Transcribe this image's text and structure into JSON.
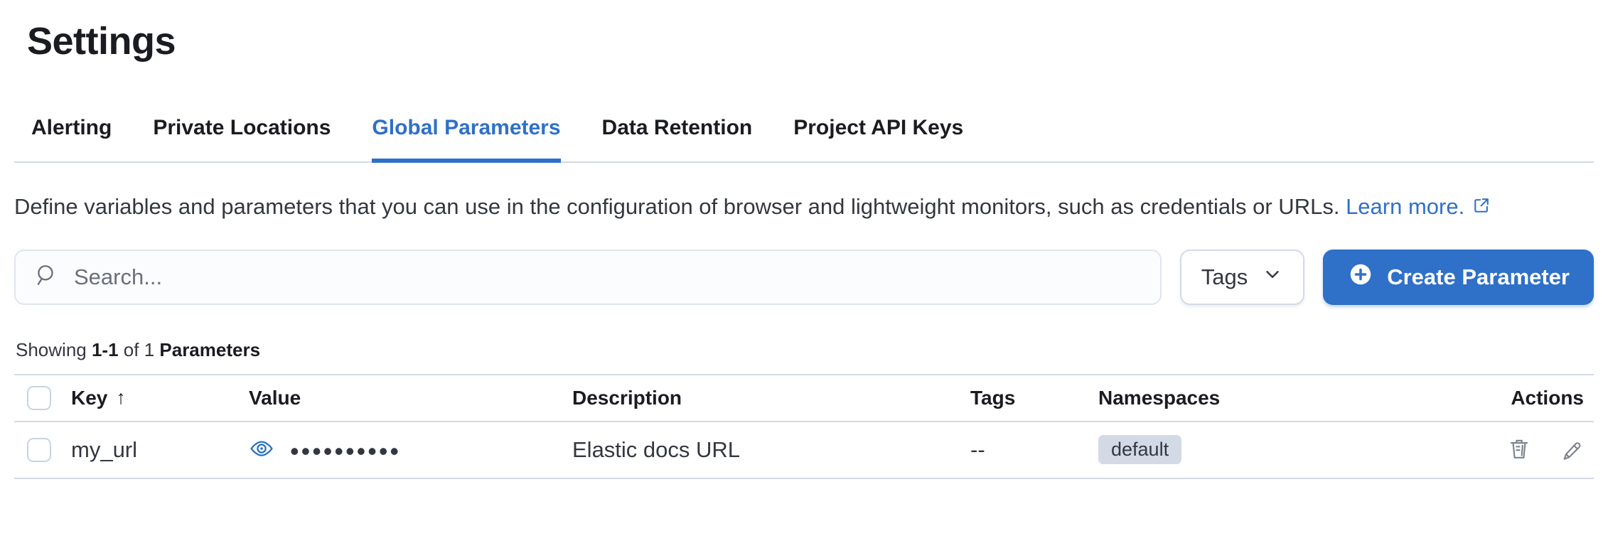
{
  "page": {
    "title": "Settings"
  },
  "tabs": [
    {
      "label": "Alerting",
      "active": false
    },
    {
      "label": "Private Locations",
      "active": false
    },
    {
      "label": "Global Parameters",
      "active": true
    },
    {
      "label": "Data Retention",
      "active": false
    },
    {
      "label": "Project API Keys",
      "active": false
    }
  ],
  "description": {
    "text": "Define variables and parameters that you can use in the configuration of browser and lightweight monitors, such as credentials or URLs.",
    "link_label": "Learn more."
  },
  "toolbar": {
    "search_placeholder": "Search...",
    "tags_button_label": "Tags",
    "create_button_label": "Create Parameter"
  },
  "summary": {
    "prefix": "Showing",
    "range": "1-1",
    "middle": "of 1",
    "entity": "Parameters"
  },
  "table": {
    "columns": [
      "Key",
      "Value",
      "Description",
      "Tags",
      "Namespaces",
      "Actions"
    ],
    "sort": {
      "column": "Key",
      "direction_icon": "↑"
    },
    "rows": [
      {
        "key": "my_url",
        "value_masked": "••••••••••",
        "description": "Elastic docs URL",
        "tags": "--",
        "namespace": "default"
      }
    ]
  },
  "icons": {
    "search": "search-icon",
    "tags_chevron": "chevron-down-icon",
    "create_plus": "plus-in-circle-icon",
    "learn_more": "external-link-icon",
    "value_reveal": "eye-icon",
    "delete": "trash-icon",
    "edit": "pencil-icon"
  },
  "colors": {
    "accent": "#2F70C8",
    "text_dark": "#1A1C21",
    "text_body": "#343741",
    "border": "#D3DAE6",
    "badge_bg": "#D3DAE6",
    "icon_gray": "#7D828C"
  }
}
